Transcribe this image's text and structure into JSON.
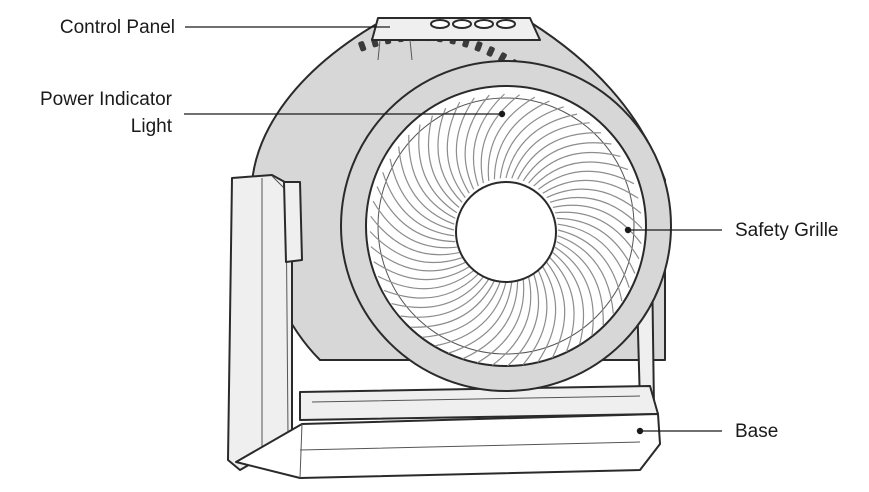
{
  "callouts": {
    "control_panel": [
      "Control Panel"
    ],
    "power_indicator": [
      "Power Indicator",
      "Light"
    ],
    "safety_grille": [
      "Safety Grille"
    ],
    "base": [
      "Base"
    ]
  },
  "colors": {
    "ink": "#1a1a1a",
    "body_shade": "#d7d7d7",
    "body_light": "#efefef",
    "blade": "#8d8d8d",
    "background": "#ffffff"
  }
}
